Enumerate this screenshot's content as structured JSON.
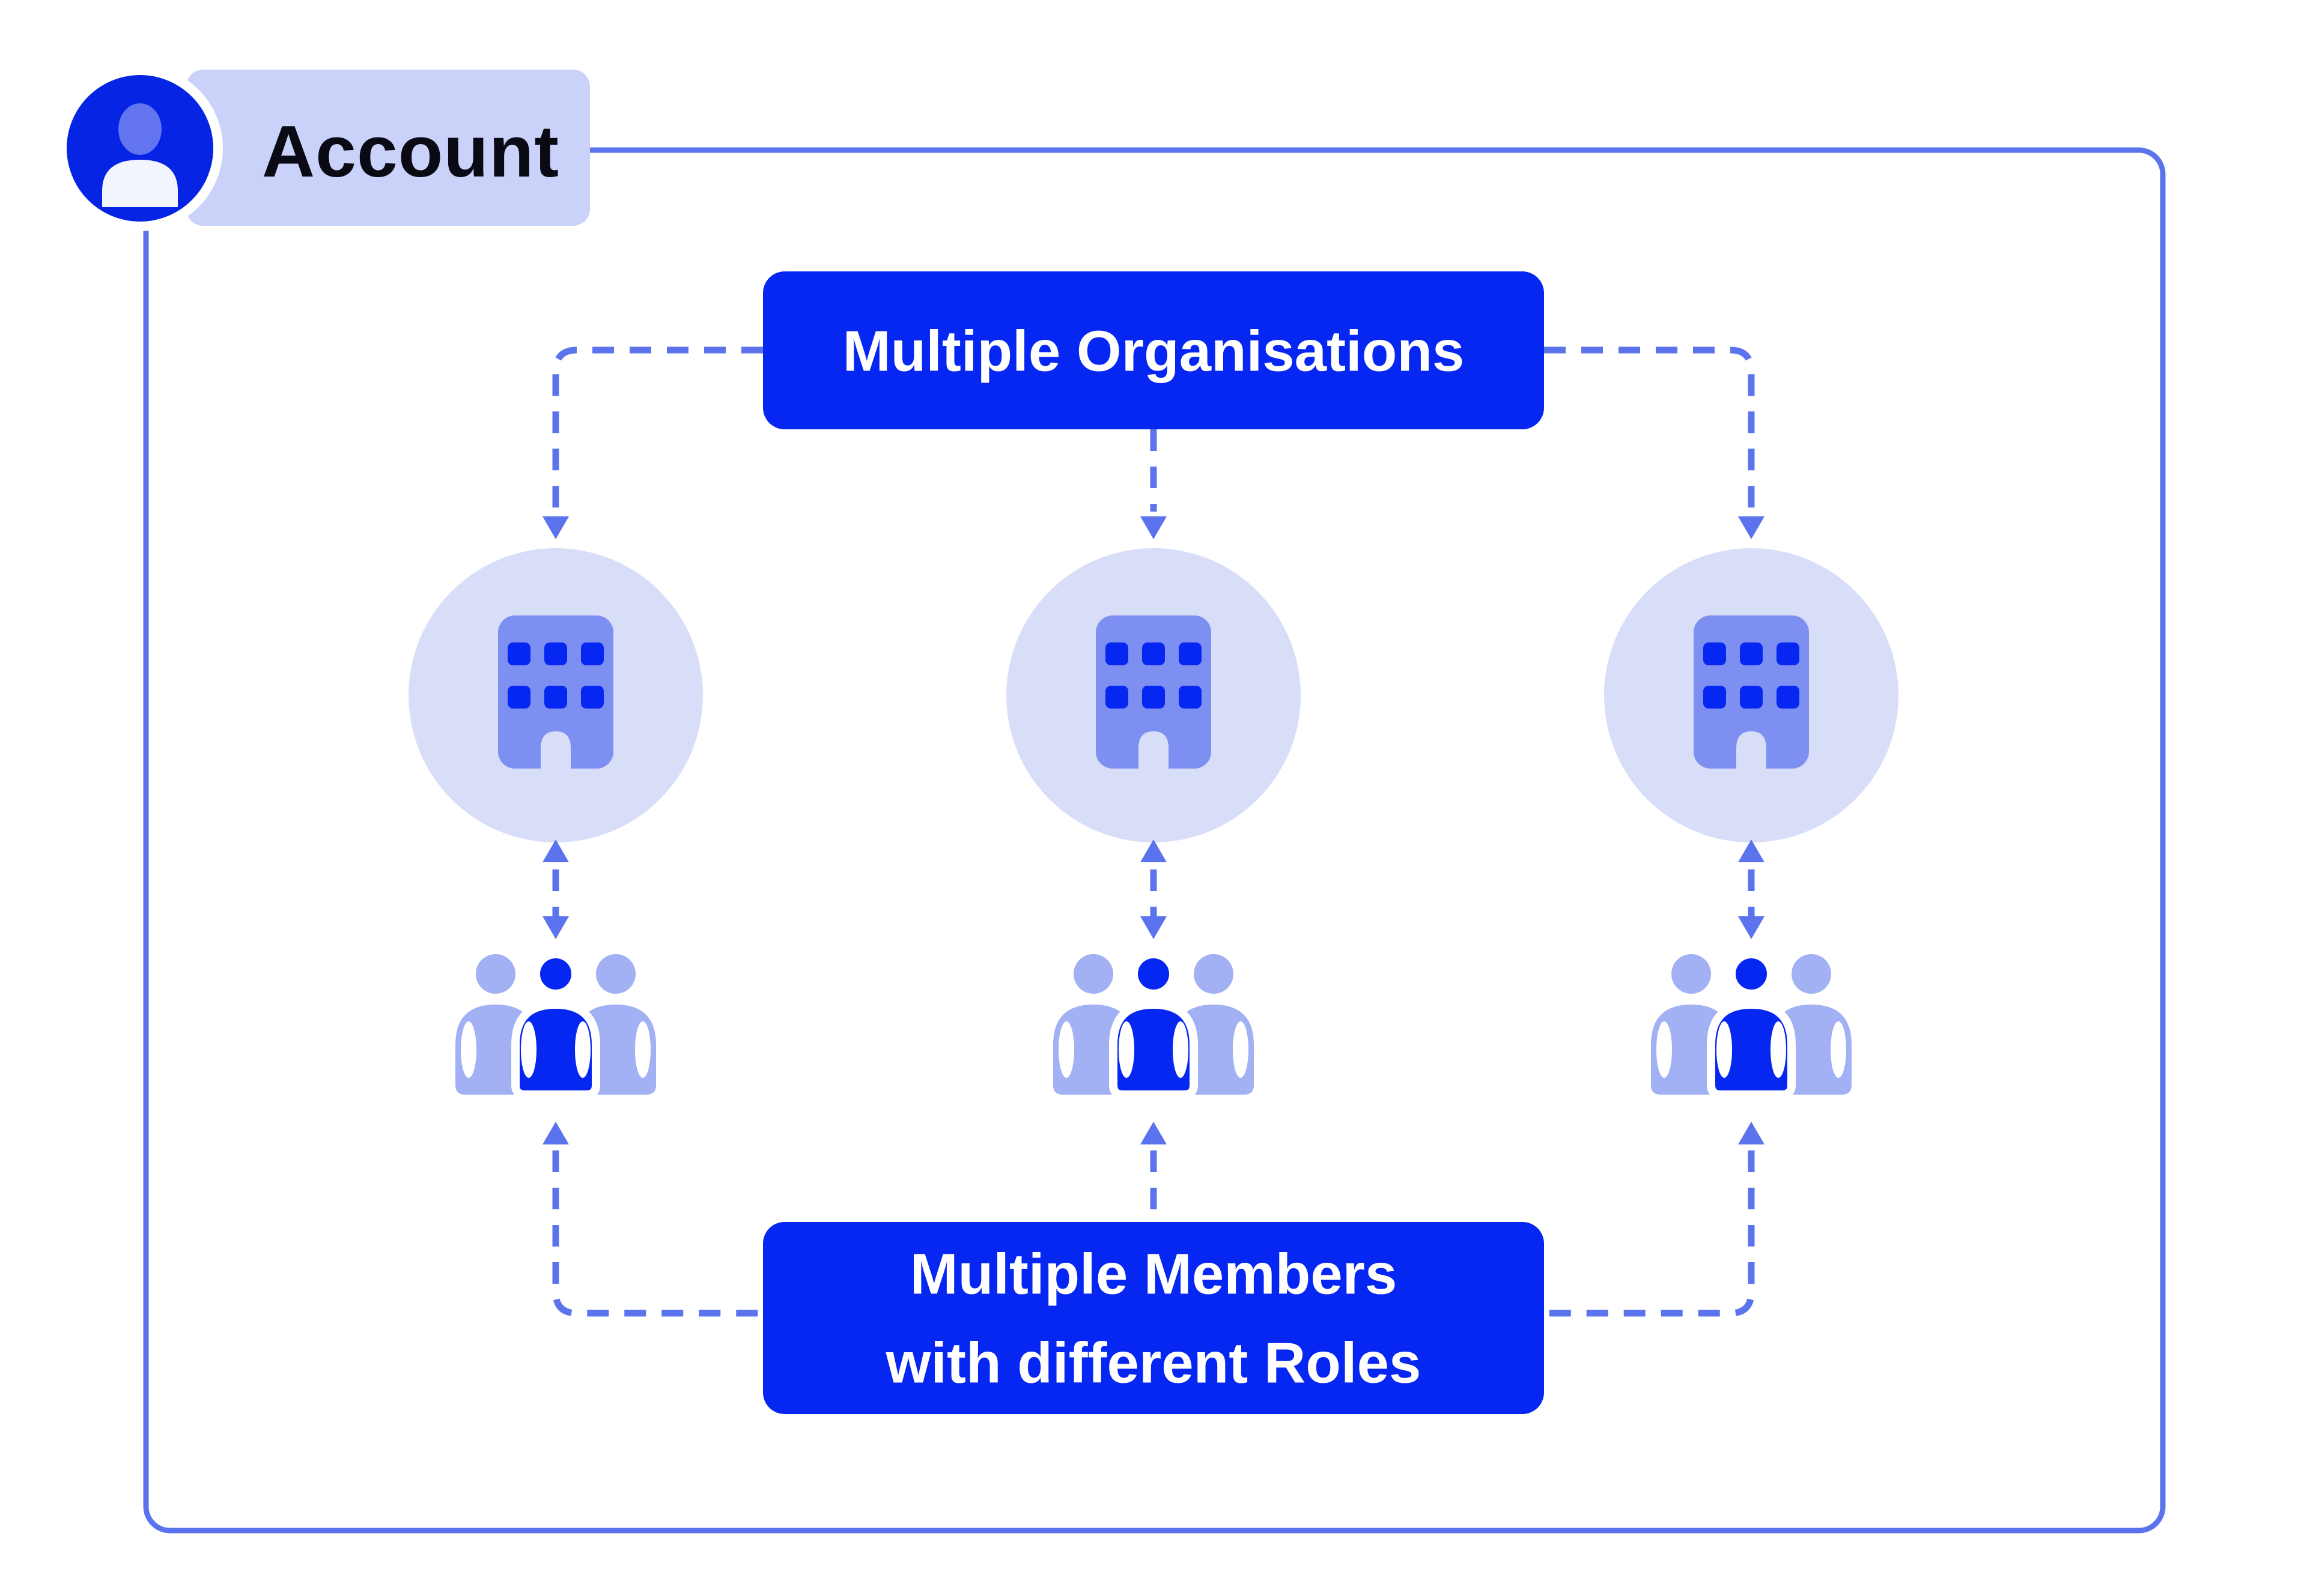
{
  "diagram": {
    "account": {
      "label": "Account",
      "icon": "user-icon"
    },
    "organisations_box": {
      "label": "Multiple Organisations"
    },
    "members_box": {
      "line1": "Multiple Members",
      "line2": "with different Roles"
    },
    "organisation_count": 3,
    "icons": {
      "account": "user-icon",
      "organisation": "building-icon",
      "members": "people-group-icon"
    },
    "colors": {
      "primary_blue": "#0626f2",
      "avatar_blue": "#0524e4",
      "connector_blue": "#5b74ed",
      "circle_background": "#d9def8",
      "badge_background": "#cad2fa",
      "building_body": "#7e8ff2",
      "people_side": "#a2b0f4",
      "avatar_head": "#6274ef",
      "avatar_body": "#f2f5fe",
      "text_on_blue": "#ffffff",
      "text_dark": "#0a0a14",
      "page_background": "#ffffff"
    }
  }
}
